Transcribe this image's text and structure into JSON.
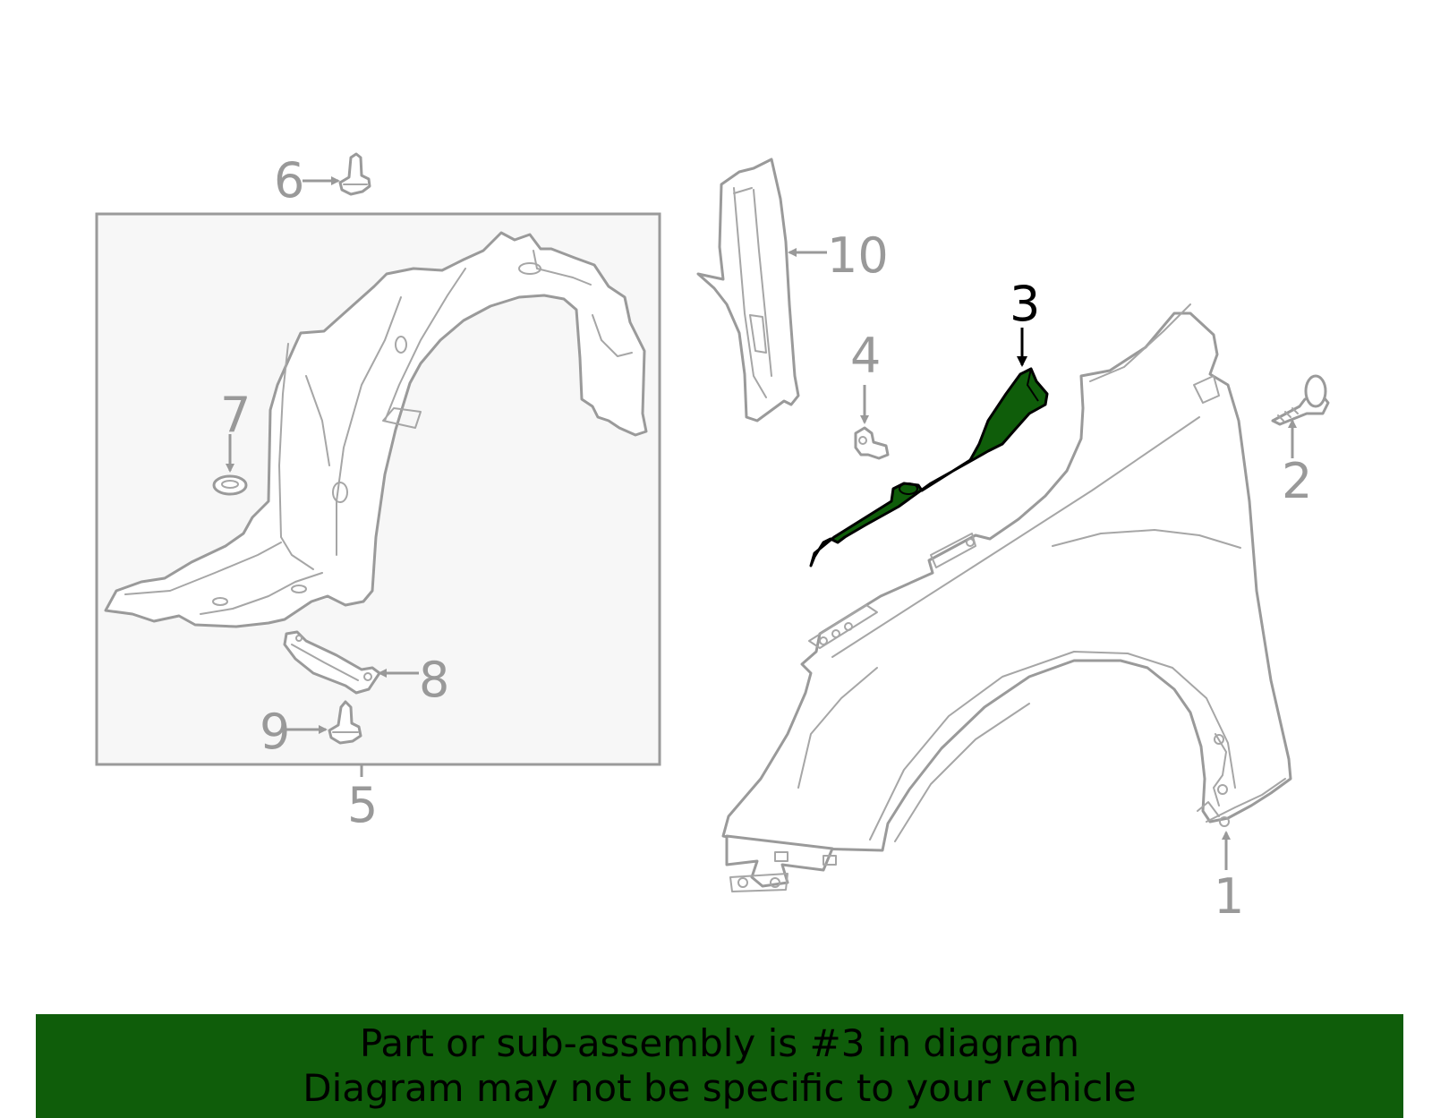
{
  "colors": {
    "highlight_part": "#0f5d0a",
    "banner_background": "#0f5d0a",
    "line_gray": "#9a9a9a",
    "box_fill": "#f7f7f7"
  },
  "callouts": {
    "c1": "1",
    "c2": "2",
    "c3": "3",
    "c4": "4",
    "c5": "5",
    "c6": "6",
    "c7": "7",
    "c8": "8",
    "c9": "9",
    "c10": "10"
  },
  "highlighted_callout": "3",
  "banner": {
    "line1": "Part or sub-assembly is #3 in diagram",
    "line2": "Diagram may not be specific to your vehicle"
  }
}
